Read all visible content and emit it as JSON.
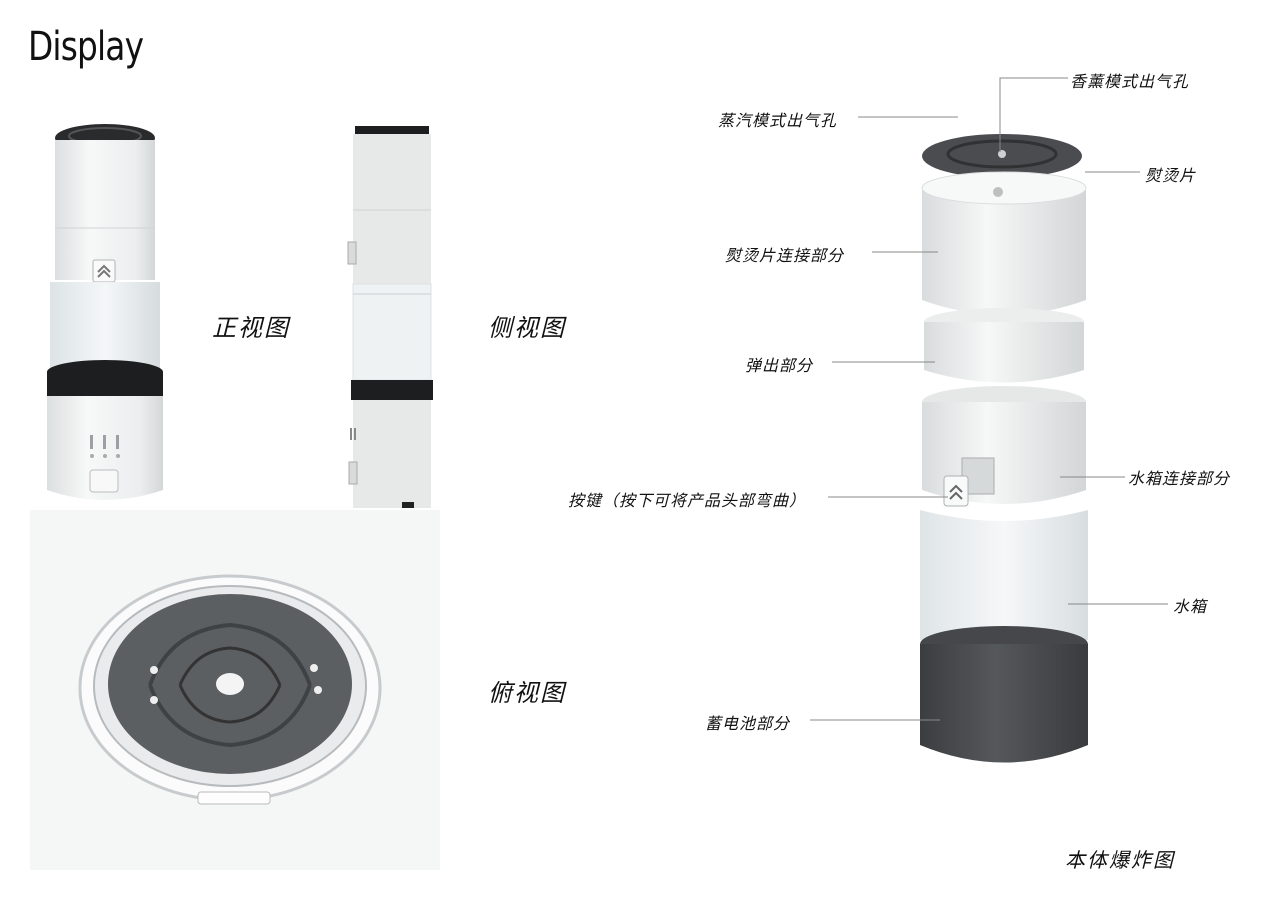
{
  "page": {
    "title": "Display"
  },
  "views": {
    "front": "正视图",
    "side": "侧视图",
    "top": "俯视图",
    "exploded": "本体爆炸图"
  },
  "callouts": {
    "aroma_outlet": "香薰模式出气孔",
    "steam_outlet": "蒸汽模式出气孔",
    "iron_plate": "熨烫片",
    "iron_plate_connector": "熨烫片连接部分",
    "popup_part": "弹出部分",
    "button": "按键（按下可将产品头部弯曲）",
    "tank_connector": "水箱连接部分",
    "water_tank": "水箱",
    "battery": "蓄电池部分"
  },
  "colors": {
    "body_white": "#f1f2f2",
    "dark_grey": "#4b4d50",
    "black_band": "#1d1e20",
    "clear_tank": "#e9eef0"
  }
}
